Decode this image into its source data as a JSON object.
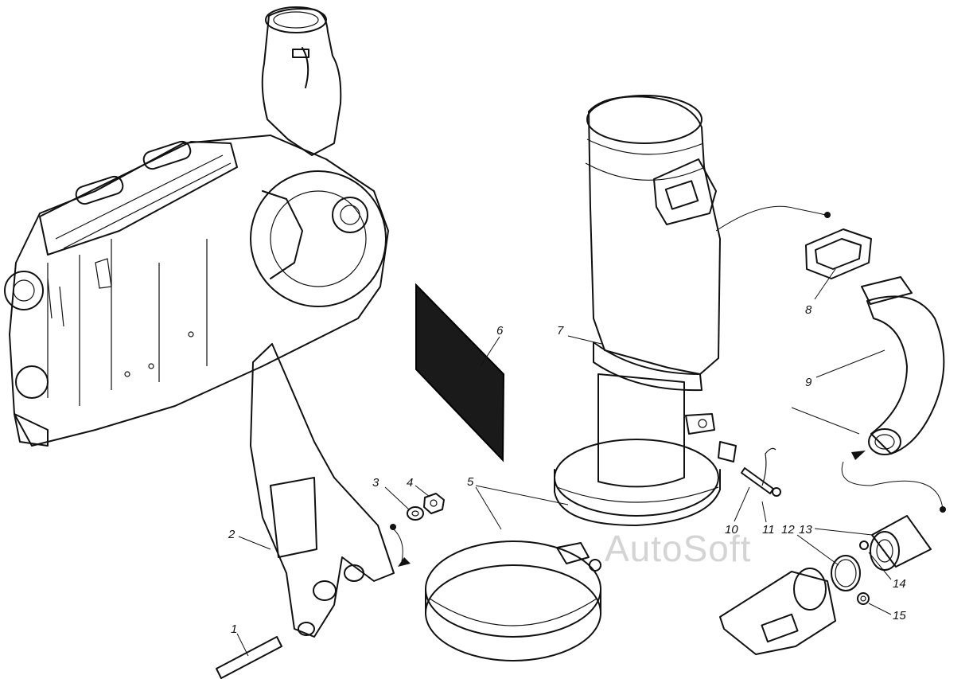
{
  "watermark": "AutoSoft",
  "callouts": [
    {
      "id": "1",
      "text": "1"
    },
    {
      "id": "2",
      "text": "2"
    },
    {
      "id": "3",
      "text": "3"
    },
    {
      "id": "4",
      "text": "4"
    },
    {
      "id": "5",
      "text": "5"
    },
    {
      "id": "6",
      "text": "6"
    },
    {
      "id": "7",
      "text": "7"
    },
    {
      "id": "8",
      "text": "8"
    },
    {
      "id": "9",
      "text": "9"
    },
    {
      "id": "10",
      "text": "10"
    },
    {
      "id": "11",
      "text": "11"
    },
    {
      "id": "12",
      "text": "12"
    },
    {
      "id": "13",
      "text": "13"
    },
    {
      "id": "14",
      "text": "14"
    },
    {
      "id": "15",
      "text": "15"
    }
  ]
}
